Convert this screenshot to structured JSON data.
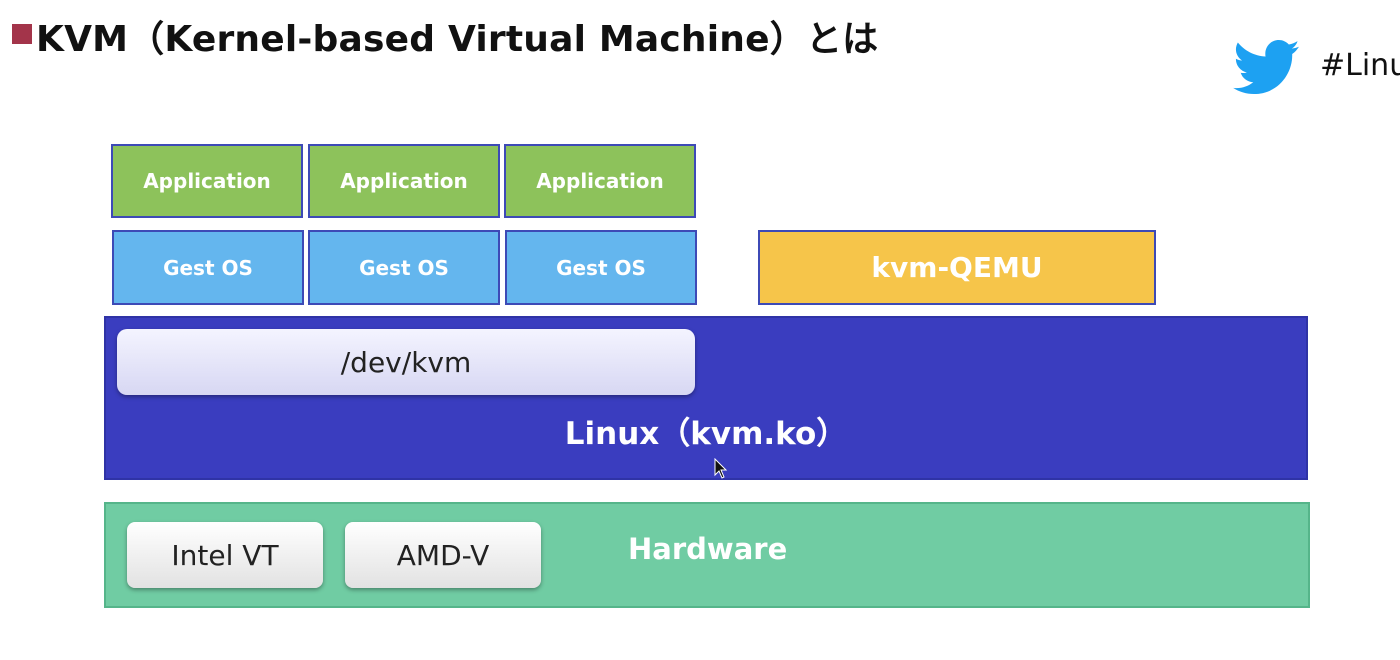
{
  "slide": {
    "title": "KVM（Kernel-based Virtual Machine）とは",
    "hashtag": "#Linu",
    "title_marker_color": "#a3344a"
  },
  "diagram": {
    "applications": [
      "Application",
      "Application",
      "Application"
    ],
    "guest_os": [
      "Gest OS",
      "Gest OS",
      "Gest OS"
    ],
    "qemu_label": "kvm-QEMU",
    "dev_kvm_label": "/dev/kvm",
    "linux_label": "Linux（kvm.ko）",
    "hardware_label": "Hardware",
    "hardware_extensions": [
      "Intel VT",
      "AMD-V"
    ]
  },
  "icons": {
    "social": "twitter-bird-icon",
    "pointer": "mouse-cursor-icon"
  },
  "colors": {
    "application": "#8dc25b",
    "guest_os": "#64b6ee",
    "qemu": "#f6c54a",
    "linux": "#3a3dbf",
    "hardware": "#70cca3"
  }
}
